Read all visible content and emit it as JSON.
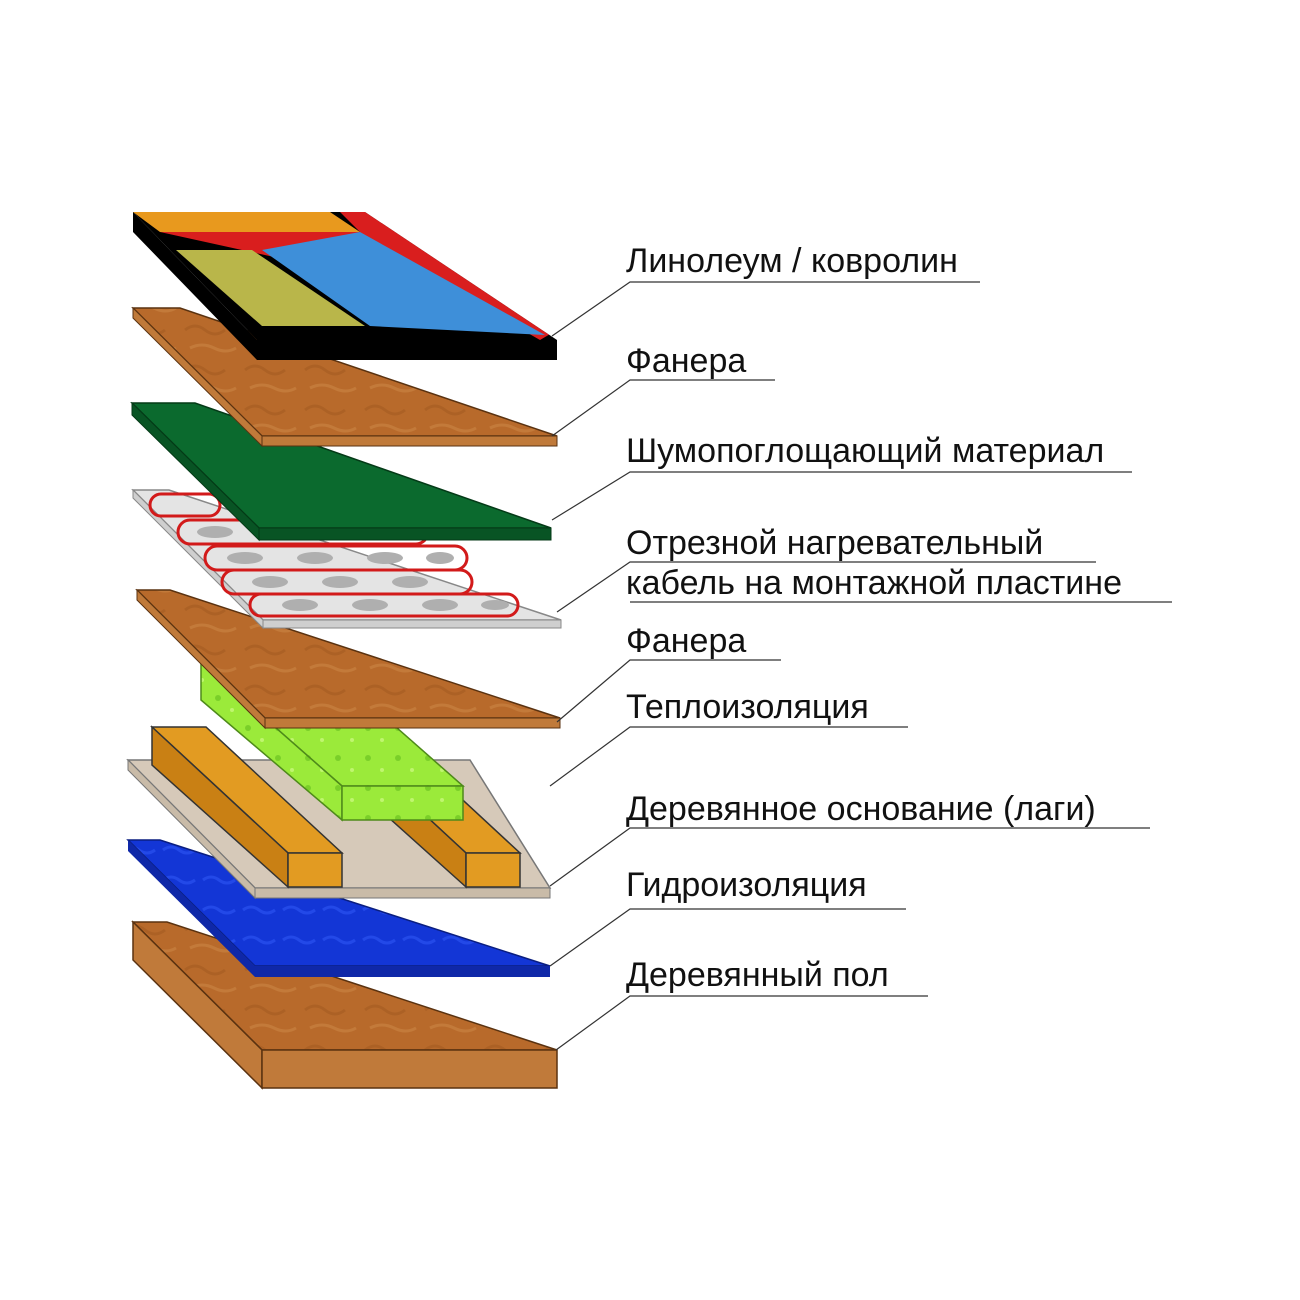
{
  "colors": {
    "linoleum_orange": "#E8991E",
    "linoleum_red": "#D91E1E",
    "linoleum_green": "#B9B64A",
    "linoleum_blue": "#3E8FD9",
    "linoleum_edge": "#000000",
    "plywood": "#B86A2B",
    "plywood_side": "#C07A3A",
    "sound_layer": "#0B6A2E",
    "heating_plate": "#E4E4E4",
    "heating_cable": "#D21A1A",
    "insulation": "#9BEA3A",
    "joist": "#E29B22",
    "base_board": "#D6C9B9",
    "waterproof": "#1336D6",
    "floor": "#B86A2B",
    "leader": "#333333"
  },
  "labels": {
    "linoleum": "Линолеум / ковролин",
    "plywood_top": "Фанера",
    "sound": "Шумопоглощающий материал",
    "cable_line1": "Отрезной нагревательный",
    "cable_line2": "кабель на монтажной пластине",
    "plywood_mid": "Фанера",
    "insulation": "Теплоизоляция",
    "joists": "Деревянное основание (лаги)",
    "waterproofing": "Гидроизоляция",
    "floor": "Деревянный пол"
  }
}
